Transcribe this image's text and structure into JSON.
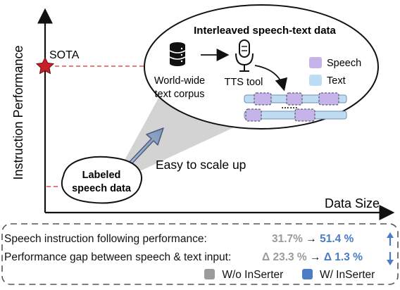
{
  "axes": {
    "y_label": "Instruction Performance",
    "x_label": "Data Size"
  },
  "markers": {
    "sota": "SOTA"
  },
  "bubble": {
    "title": "Interleaved speech-text data",
    "corpus_label_line1": "World-wide",
    "corpus_label_line2": "text corpus",
    "tts_label": "TTS tool",
    "ellipsis": "……",
    "legend_speech": "Speech",
    "legend_text": "Text"
  },
  "labeled_box": {
    "line1": "Labeled",
    "line2": "speech data"
  },
  "scale_up_text": "Easy to scale up",
  "results": {
    "row1_label": "Speech instruction following performance:",
    "row1_before": "31.7%",
    "row1_after": "51.4 %",
    "row2_label": "Performance gap between speech & text input:",
    "row2_before": "Δ 23.3 %",
    "row2_after": "Δ 1.3 %",
    "arrow": "→",
    "legend_without": "W/o InSerter",
    "legend_with": "W/ InSerter"
  },
  "colors": {
    "gray": "#9b9b9b",
    "blue": "#4a7cc7",
    "speech_fill": "#c6b3ea",
    "text_fill": "#bfdcf3",
    "star": "#c8202a",
    "dashed_red": "#d9534f"
  }
}
